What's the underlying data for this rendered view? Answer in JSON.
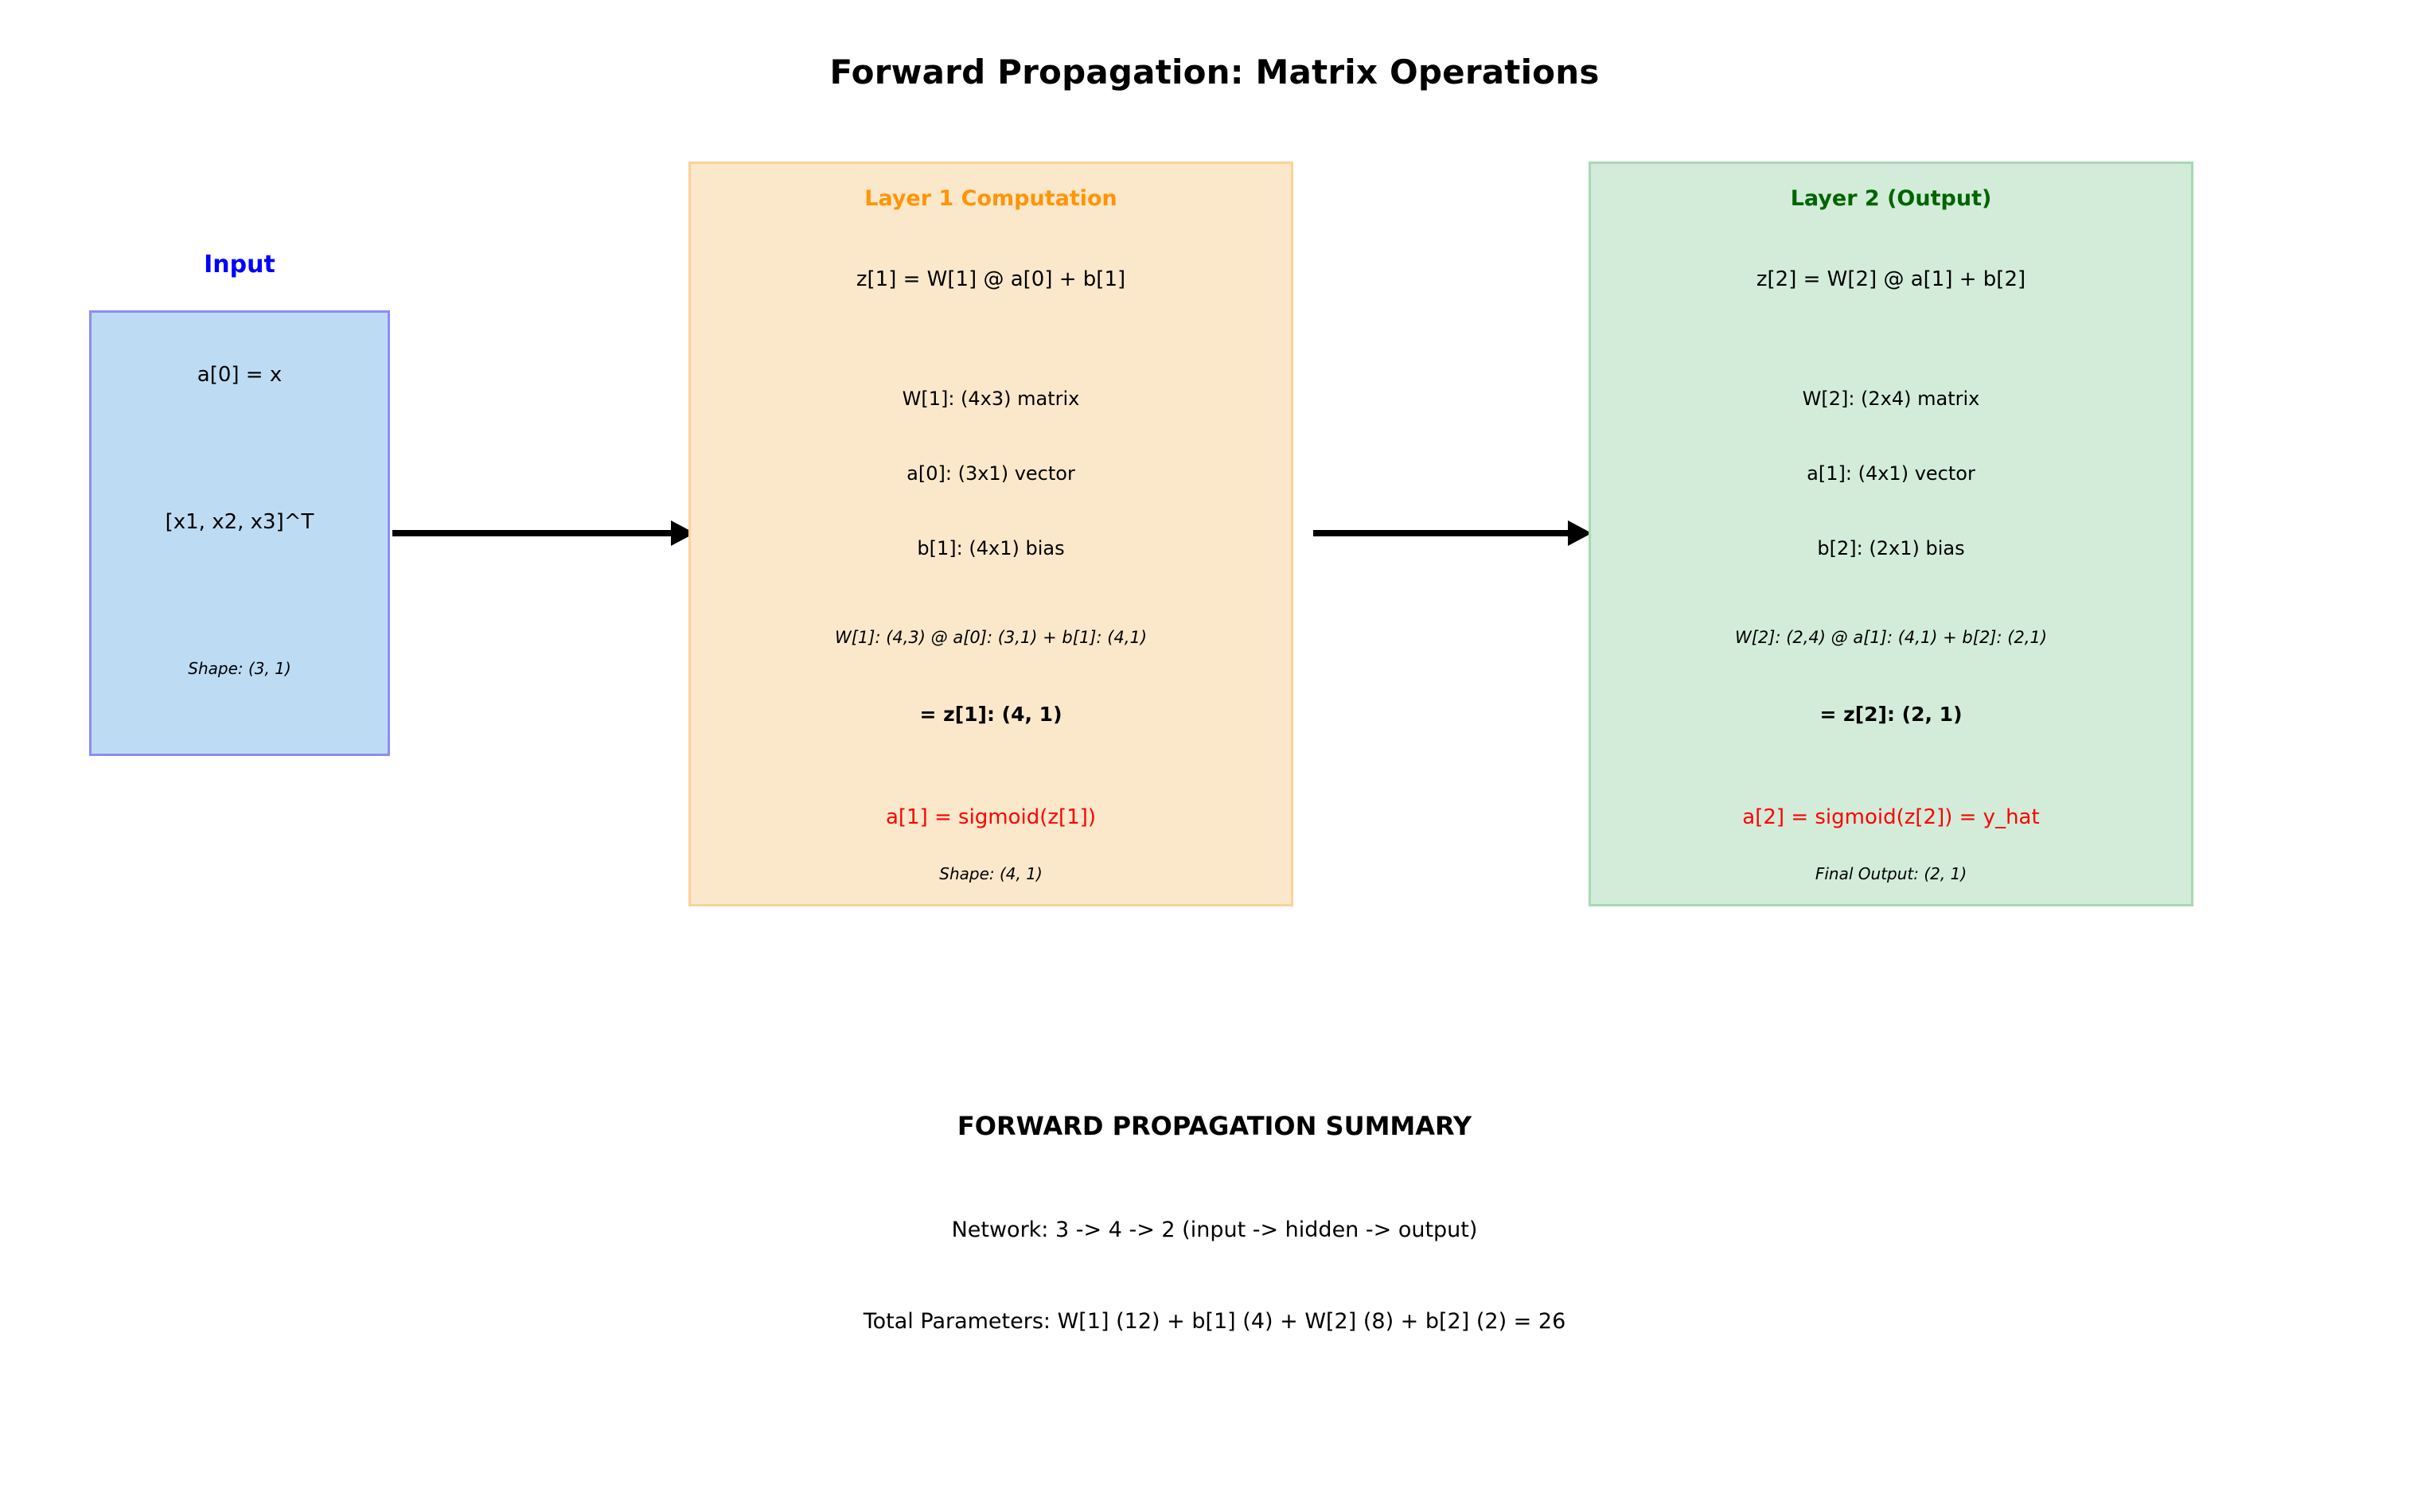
{
  "title": "Forward Propagation: Matrix Operations",
  "input": {
    "label": "Input",
    "line1": "a[0] = x",
    "line2": "[x1, x2, x3]^T",
    "shape": "Shape: (3, 1)"
  },
  "layer1": {
    "title": "Layer 1 Computation",
    "equation": "z[1] = W[1] @ a[0] + b[1]",
    "weight": "W[1]: (4x3) matrix",
    "activation_in": "a[0]: (3x1) vector",
    "bias": "b[1]: (4x1) bias",
    "dims": "W[1]: (4,3) @ a[0]: (3,1) + b[1]: (4,1)",
    "result": "= z[1]: (4, 1)",
    "sigmoid": "a[1] = sigmoid(z[1])",
    "shape": "Shape: (4, 1)"
  },
  "layer2": {
    "title": "Layer 2 (Output)",
    "equation": "z[2] = W[2] @ a[1] + b[2]",
    "weight": "W[2]: (2x4) matrix",
    "activation_in": "a[1]: (4x1) vector",
    "bias": "b[2]: (2x1) bias",
    "dims": "W[2]: (2,4) @ a[1]: (4,1) + b[2]: (2,1)",
    "result": "= z[2]: (2, 1)",
    "sigmoid": "a[2] = sigmoid(z[2]) = y_hat",
    "shape": "Final Output: (2, 1)"
  },
  "summary": {
    "title": "FORWARD PROPAGATION SUMMARY",
    "network": "Network: 3 -> 4 -> 2 (input -> hidden -> output)",
    "parameters": "Total Parameters: W[1] (12) + b[1] (4) + W[2] (8) + b[2] (2) = 26"
  },
  "colors": {
    "input_label": "#0000ff",
    "input_fill": "#bddcf4",
    "input_border": "#8c8cfa",
    "layer1_title": "#ff9408",
    "layer1_fill": "#fbe8cb",
    "layer1_border": "#fbd199",
    "layer2_title": "#006400",
    "layer2_fill": "#d2ecd9",
    "layer2_border": "#a8d8b2",
    "activation_text": "#ff0000",
    "arrow": "#000000"
  }
}
